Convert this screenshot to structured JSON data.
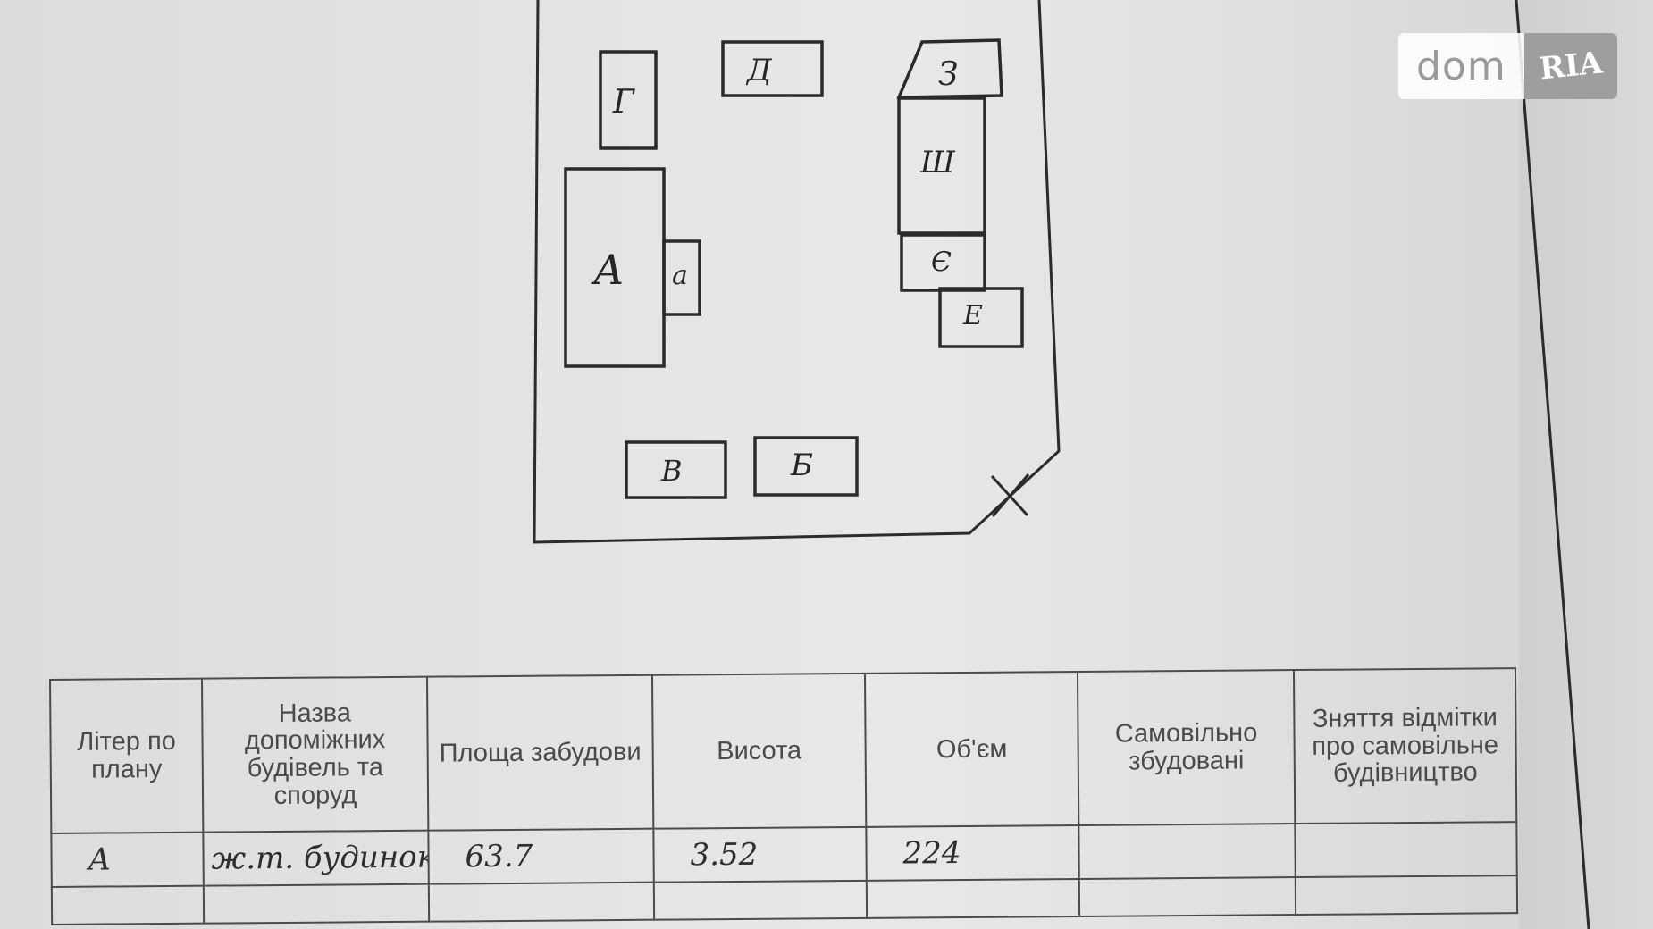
{
  "watermark": {
    "text": "dom",
    "badge": "RIA"
  },
  "plan": {
    "labels": [
      "Г",
      "Д",
      "З",
      "Ш",
      "А",
      "а",
      "Є",
      "Е",
      "В",
      "Б"
    ]
  },
  "table": {
    "headers": [
      "Літер по плану",
      "Назва допоміжних будівель та споруд",
      "Площа забудови",
      "Висота",
      "Об'єм",
      "Самовільно збудовані",
      "Зняття відмітки про самовільне будівництво"
    ],
    "rows": [
      {
        "liter": "А",
        "name": "ж.т. будинок",
        "area": "63.7",
        "height": "3.52",
        "volume": "224",
        "unauthorized": "",
        "removal": ""
      },
      {
        "liter": "",
        "name": "",
        "area": "",
        "height": "",
        "volume": "",
        "unauthorized": "",
        "removal": ""
      }
    ]
  }
}
